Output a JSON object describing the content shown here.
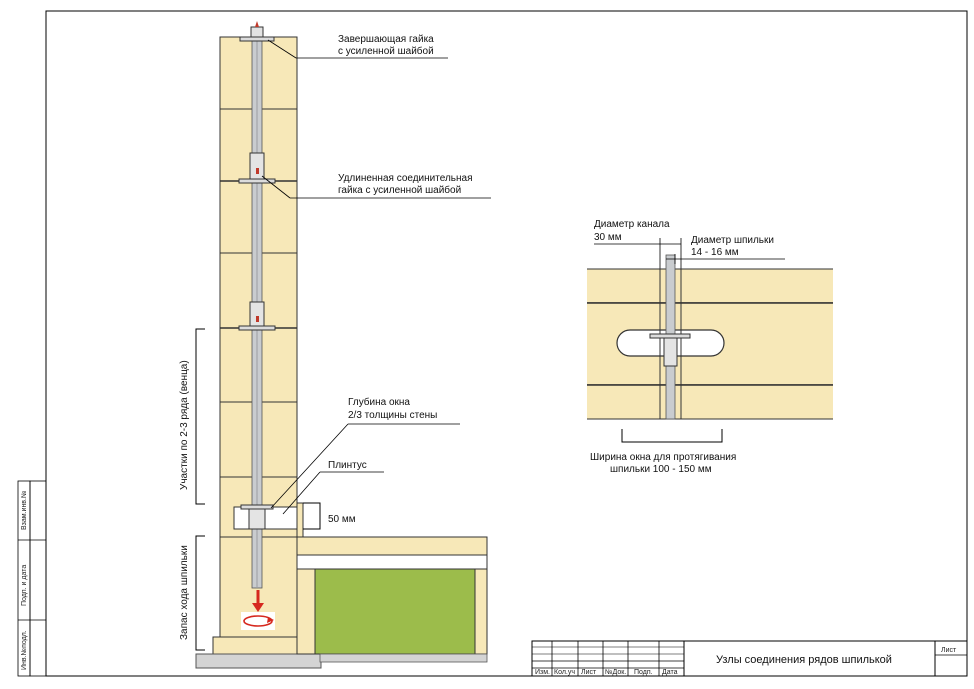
{
  "labels": {
    "top_nut_l1": "Завершающая гайка",
    "top_nut_l2": "с усиленной шайбой",
    "coupling_nut_l1": "Удлиненная соединительная",
    "coupling_nut_l2": "гайка с усиленной шайбой",
    "window_depth_l1": "Глубина окна",
    "window_depth_l2": "2/3 толщины стены",
    "plinth": "Плинтус",
    "gap_50": "50 мм",
    "section_rows": "Участки по 2-3 ряда (венца)",
    "stud_travel": "Запас хода шпильки",
    "channel_diam_l1": "Диаметр канала",
    "channel_diam_l2": "30 мм",
    "stud_diam_l1": "Диаметр шпильки",
    "stud_diam_l2": "14 - 16 мм",
    "window_width_l1": "Ширина окна для протягивания",
    "window_width_l2": "шпильки 100 - 150 мм"
  },
  "title_block": {
    "title": "Узлы соединения рядов шпилькой",
    "sheet_label": "Лист",
    "columns": [
      "Изм.",
      "Кол.уч",
      "Лист",
      "№Док.",
      "Подп.",
      "Дата"
    ]
  },
  "side_stamp": [
    "Инв.№подл.",
    "Подп. и дата",
    "Взам.инв.№"
  ],
  "colors": {
    "timber": "#f7e8b8",
    "timber_line": "#333333",
    "stud": "#b9bcc0",
    "panel": "#9cbc4b",
    "concrete": "#d4d4d4",
    "arrow": "#d6281e"
  }
}
